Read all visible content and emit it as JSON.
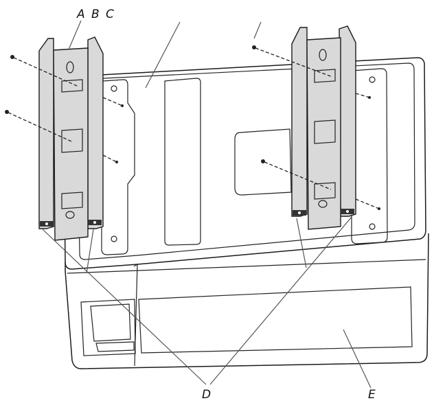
{
  "labels": {
    "a": "A",
    "b": "B",
    "c": "C",
    "d": "D",
    "e": "E"
  },
  "colors": {
    "bracket_fill": "#d9d9d9",
    "line": "#1a1a1a",
    "leader": "#555555",
    "background": "#ffffff"
  }
}
